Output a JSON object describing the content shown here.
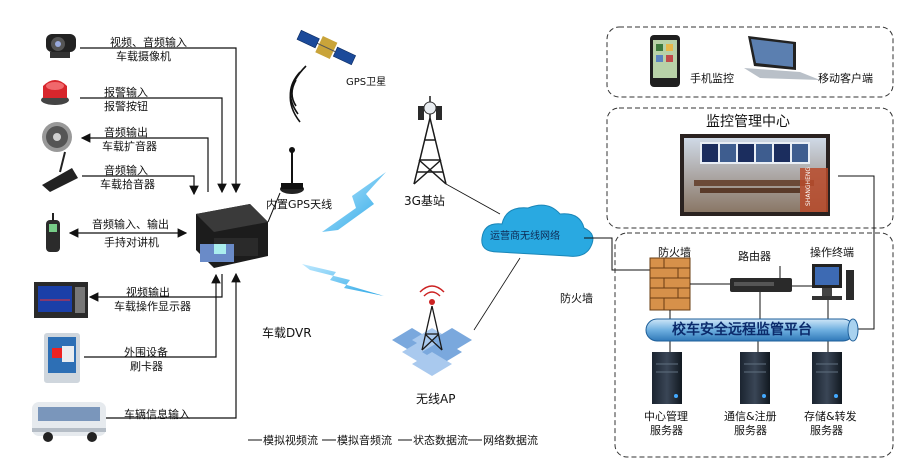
{
  "devices_left": [
    {
      "line1": "视频、音频输入",
      "line2": "车载摄像机",
      "icon": "camera-icon"
    },
    {
      "line1": "报警输入",
      "line2": "报警按钮",
      "icon": "alarm-button-icon"
    },
    {
      "line1": "音频输出",
      "line2": "车载扩音器",
      "icon": "speaker-icon"
    },
    {
      "line1": "音频输入",
      "line2": "车载拾音器",
      "icon": "microphone-icon"
    },
    {
      "line1": "音频输入、输出",
      "line2": "手持对讲机",
      "icon": "walkie-talkie-icon"
    },
    {
      "line1": "视频输出",
      "line2": "车载操作显示器",
      "icon": "display-icon"
    },
    {
      "line1": "外围设备",
      "line2": "刷卡器",
      "icon": "card-reader-icon"
    },
    {
      "line1": "车辆信息输入",
      "line2": "",
      "icon": "bus-icon"
    }
  ],
  "center": {
    "gps_satellite": "GPS卫星",
    "gps_antenna": "内置GPS天线",
    "dvr": "车载DVR",
    "base_station": "3G基站",
    "wireless_ap": "无线AP",
    "carrier_network": "运营商无线网络",
    "firewall_left": "防火墙"
  },
  "right": {
    "mobile_monitor": "手机监控",
    "mobile_client": "移动客户端",
    "monitor_center_title": "监控管理中心",
    "firewall": "防火墙",
    "router": "路由器",
    "terminal": "操作终端",
    "platform": "校车安全远程监管平台",
    "servers": [
      {
        "line1": "中心管理",
        "line2": "服务器"
      },
      {
        "line1": "通信&注册",
        "line2": "服务器"
      },
      {
        "line1": "存储&转发",
        "line2": "服务器"
      }
    ],
    "screen_brand": "SHANGHENG"
  },
  "legend": [
    "模拟视频流",
    "模拟音频流",
    "状态数据流",
    "网络数据流"
  ]
}
